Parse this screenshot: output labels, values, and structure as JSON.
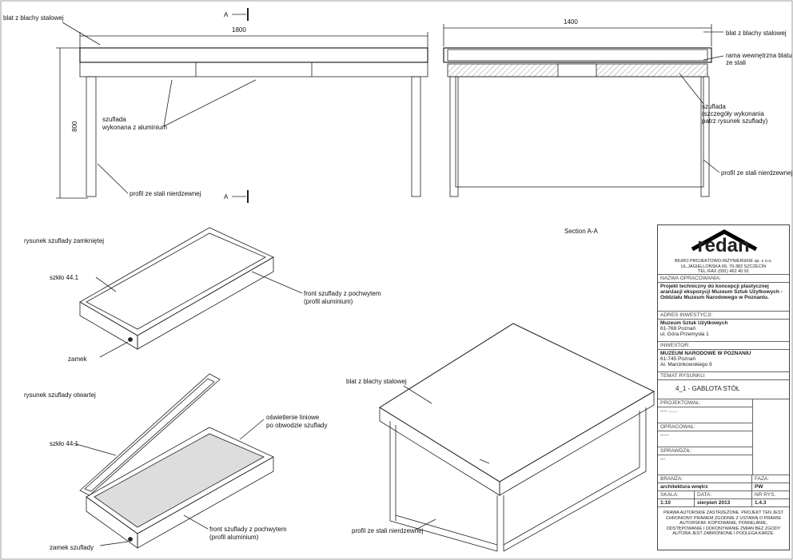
{
  "front_view": {
    "dim_width": "1800",
    "dim_height": "800",
    "section_mark": "A",
    "label_top": "blat z blachy stalowej",
    "label_drawer": "szuflada\nwykonana z aluminium",
    "label_drawer_l1": "szuflada",
    "label_drawer_l2": "wykonana z aluminium",
    "label_leg": "profil ze stali nierdzewnej"
  },
  "side_view": {
    "dim_width": "1400",
    "label_top": "blat z blachy stalowej",
    "label_frame_l1": "rama wewnętrzna blatu",
    "label_frame_l2": "ze stali",
    "label_drawer_l1": "szuflada",
    "label_drawer_l2": "(szczegóły wykonania",
    "label_drawer_l3": "patrz rysunek szuflady)",
    "label_leg": "profil ze stali nierdzewnej"
  },
  "section_title": "Section A-A",
  "closed_drawer": {
    "title": "rysunek szuflady zamkniętej",
    "glass": "szkło 44.1",
    "front_l1": "front szuflady z pochwytem",
    "front_l2": "(profil aluminium)",
    "lock": "zamek"
  },
  "open_drawer": {
    "title": "rysunek szuflady otwartej",
    "glass": "szkło 44.1",
    "light_l1": "oświetlenie liniowe",
    "light_l2": "po obwodzie szuflady",
    "front_l1": "front szuflady z pochwytem",
    "front_l2": "(profil aluminium)",
    "lock": "zamek szuflady"
  },
  "iso_table": {
    "label_top": "blat z blachy stalowej",
    "label_leg": "profil ze stali nierdzewnej"
  },
  "title_block": {
    "logo": "redan",
    "company": [
      "BIURO PROJEKTOWO-INŻYNIERSKIE sp. z o.o.",
      "UL.JAGIELLOŃSKA 69, 70-382 SZCZECIN",
      "TEL./FAX (091) 462 40 91"
    ],
    "name_label": "NAZWA OPRACOWANIA:",
    "name_value": "Projekt techniczny do koncepcji plastycznej aranżacji ekspozycji Muzeum Sztuk Użytkowych - Oddziału Muzeum Narodowego w Poznaniu.",
    "address_label": "ADRES INWESTYCJI:",
    "address_name": "Muzeum Sztuk Użytkowych",
    "address_l1": "61-768 Poznań",
    "address_l2": "ul. Góra Przemysła 1",
    "investor_label": "INWESTOR:",
    "investor_name": "MUZEUM NARODOWE W POZNANIU",
    "investor_l1": "61-745 Poznań",
    "investor_l2": "Al. Marcinkowskiego 9",
    "topic_label": "TEMAT RYSUNKU:",
    "topic_value": "4_1 -  GABLOTA STÓŁ",
    "designed_label": "PROJEKTOWAŁ:",
    "designed_value": "----      ......",
    "prepared_label": "OPRACOWAŁ:",
    "prepared_value": "-----",
    "checked_label": "SPRAWDZIŁ:",
    "checked_value": "---",
    "branch_label": "BRANŻA:",
    "branch_value": "architektura wnętrz",
    "phase_label": "FAZA:",
    "phase_value": "PW",
    "scale_label": "SKALA:",
    "scale_value": "1:10",
    "date_label": "DATA:",
    "date_value": "sierpień 2013",
    "number_label": "NR RYS.",
    "number_value": "1.4.3",
    "copyright": "PRAWA AUTORSKIE ZASTRZEŻONE. PROJEKT TEN JEST CHRONIONY PRAWEM ZGODNIE Z USTAWĄ O PRAWIE AUTORSKIM. KOPIOWANIE, POWIELANIE, ODSTĘPOWANIE I DOKONYWANIE ZMIAN BEZ ZGODY AUTORA JEST ZABRONIONE I PODLEGA KARZE."
  }
}
